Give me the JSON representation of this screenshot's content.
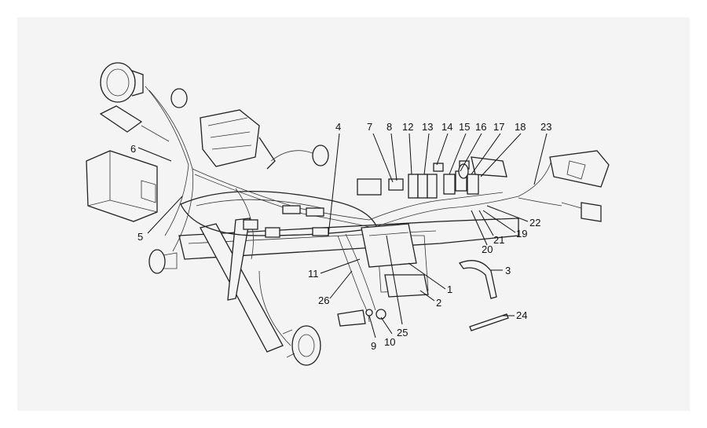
{
  "colors": {
    "background": "#f4f4f4",
    "ink": "#111111"
  },
  "callouts": [
    "1",
    "2",
    "3",
    "4",
    "5",
    "6",
    "7",
    "8",
    "9",
    "10",
    "11",
    "12",
    "13",
    "14",
    "15",
    "16",
    "17",
    "18",
    "19",
    "20",
    "21",
    "22",
    "23",
    "24",
    "25",
    "26"
  ]
}
